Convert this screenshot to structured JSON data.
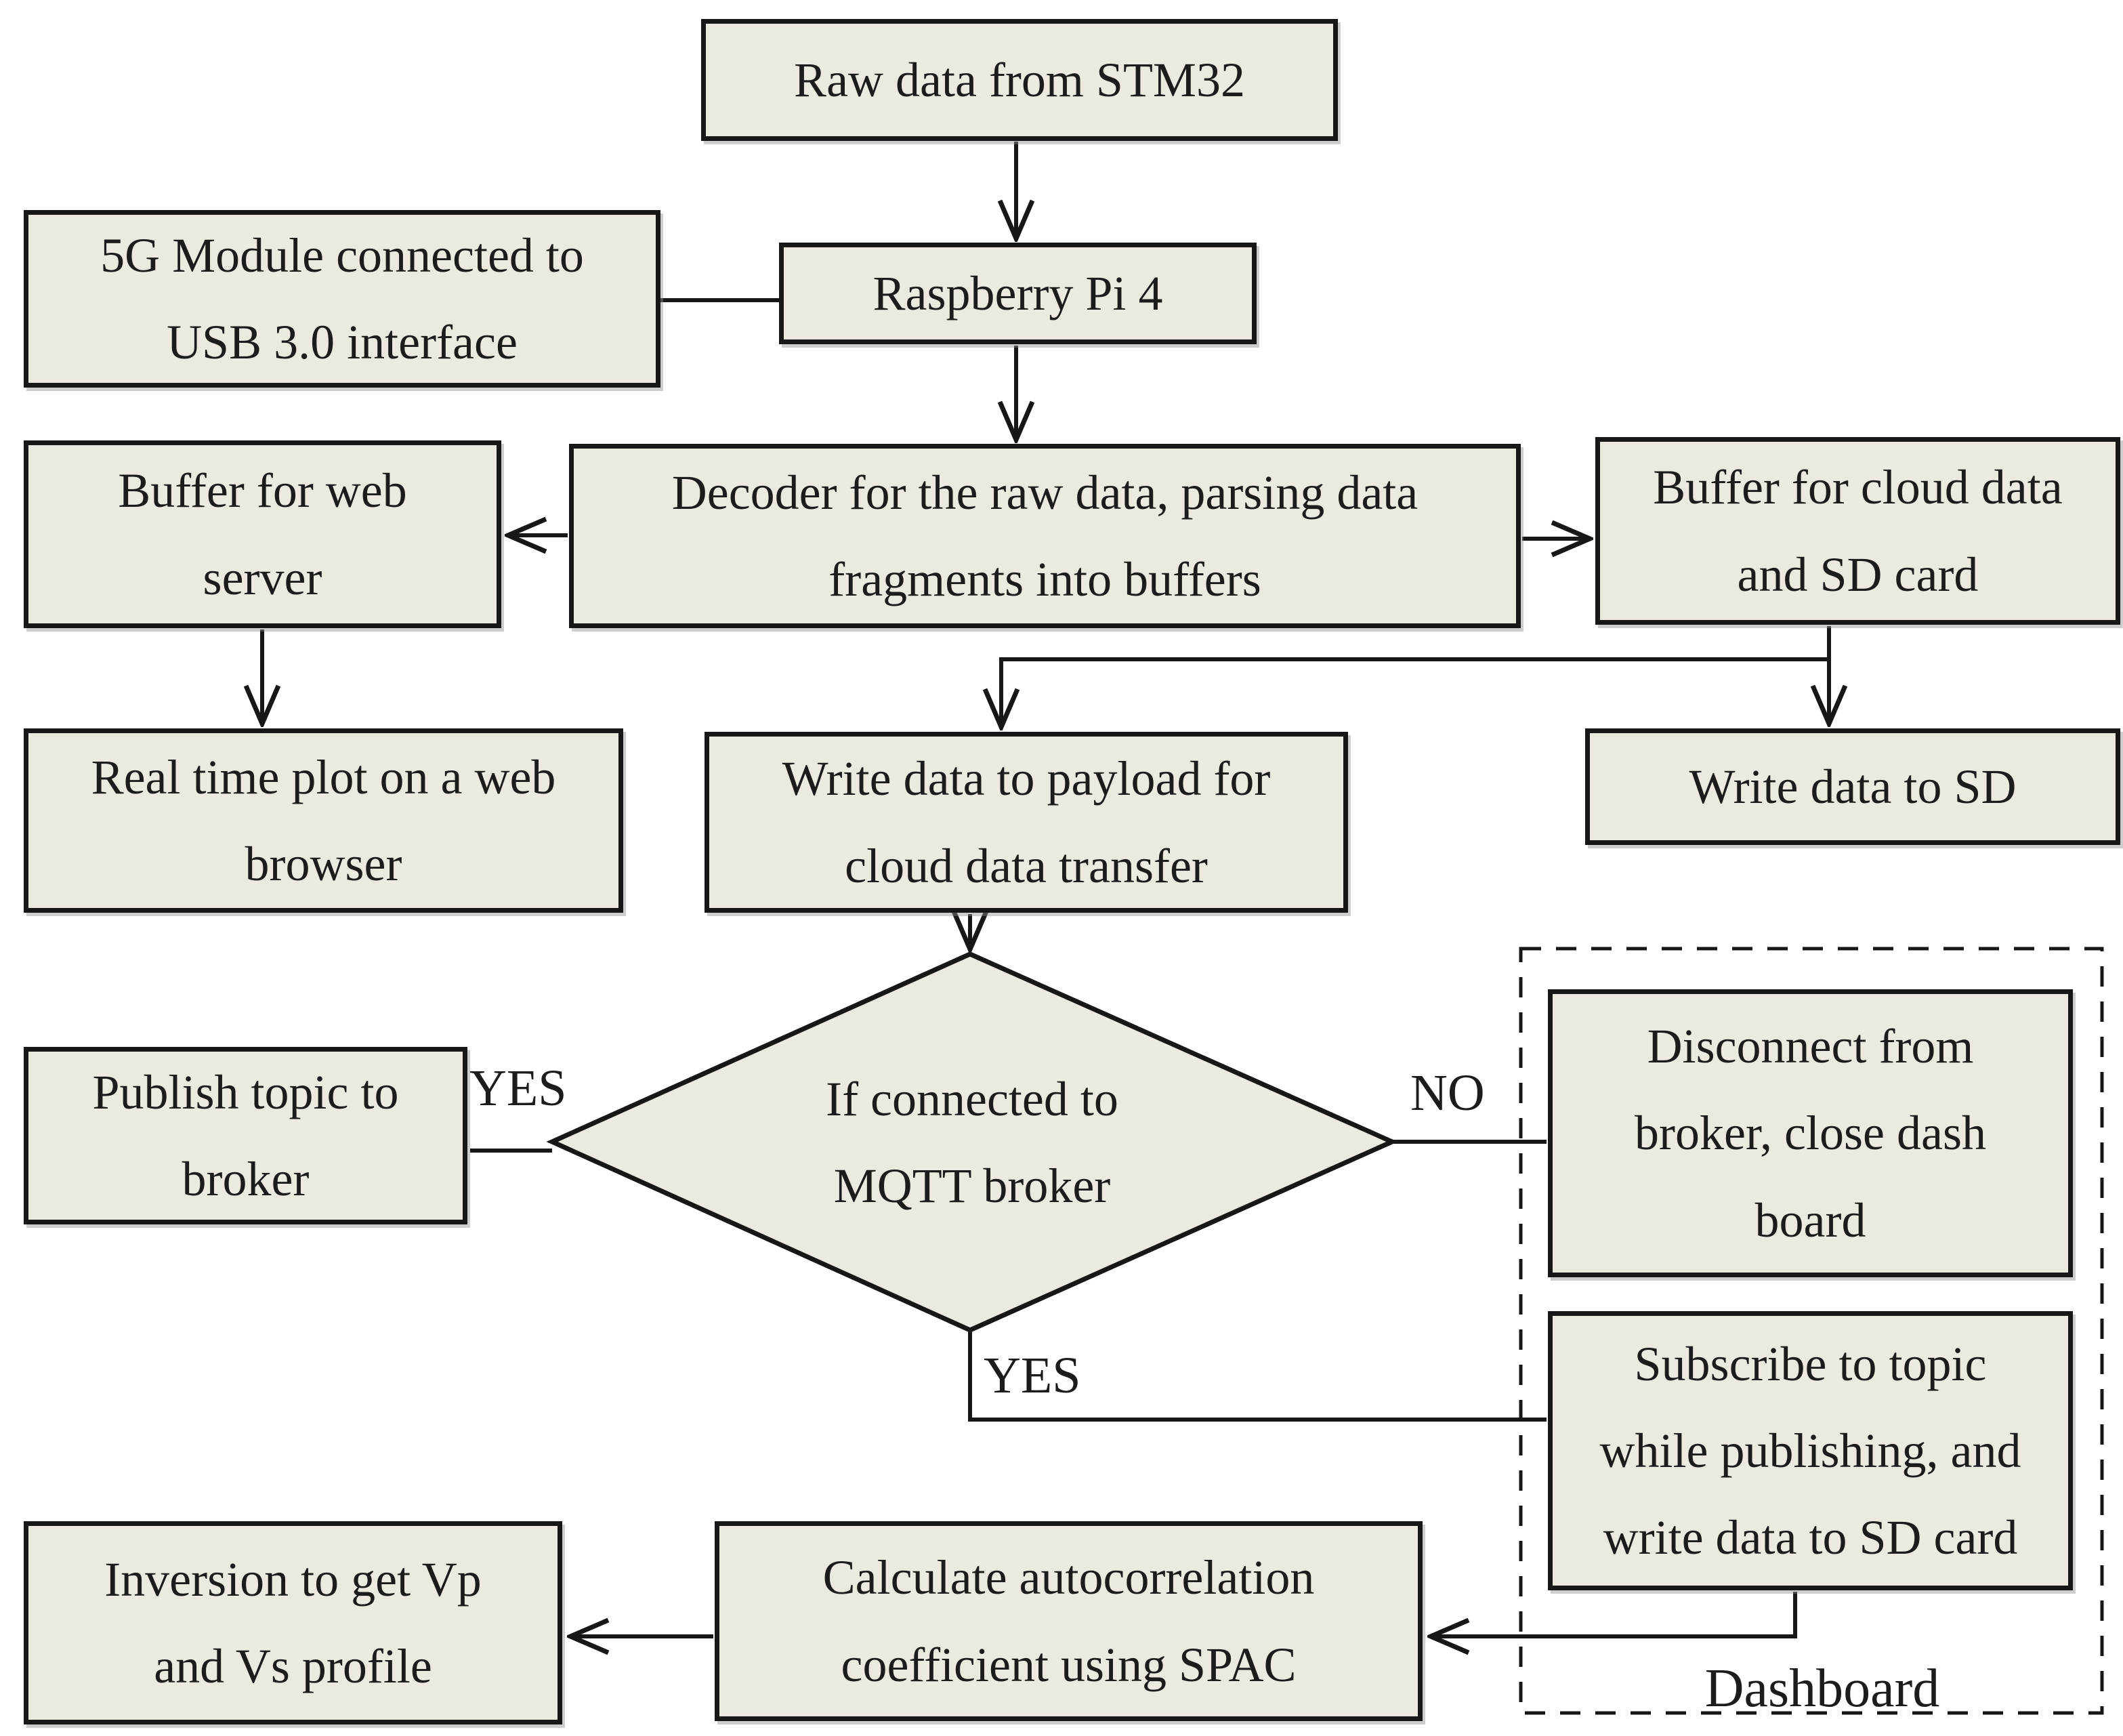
{
  "nodes": {
    "raw_data": "Raw data from STM32",
    "five_g": "5G Module connected to\nUSB 3.0 interface",
    "raspberry_pi": "Raspberry Pi 4",
    "buffer_web": "Buffer for web\nserver",
    "decoder": "Decoder for the raw data, parsing data\nfragments into buffers",
    "buffer_cloud": "Buffer for cloud data\nand SD card",
    "realtime_plot": "Real time plot on a web\nbrowser",
    "payload": "Write data to payload for\ncloud data transfer",
    "write_sd": "Write data to SD",
    "decision": "If connected to\nMQTT broker",
    "publish": "Publish topic to\nbroker",
    "disconnect": "Disconnect from\nbroker, close dash\nboard",
    "subscribe": "Subscribe to topic\nwhile publishing, and\nwrite data to SD card",
    "calculate": "Calculate autocorrelation\ncoefficient using SPAC",
    "inversion": "Inversion to get Vp\nand Vs profile"
  },
  "edge_labels": {
    "yes_left": "YES",
    "no_right": "NO",
    "yes_bottom": "YES"
  },
  "container": {
    "dashboard": "Dashboard"
  },
  "colors": {
    "node_fill": "#eceae0",
    "node_border": "#171717",
    "line": "#171717",
    "text": "#1c1c1c",
    "bg": "#ffffff"
  }
}
